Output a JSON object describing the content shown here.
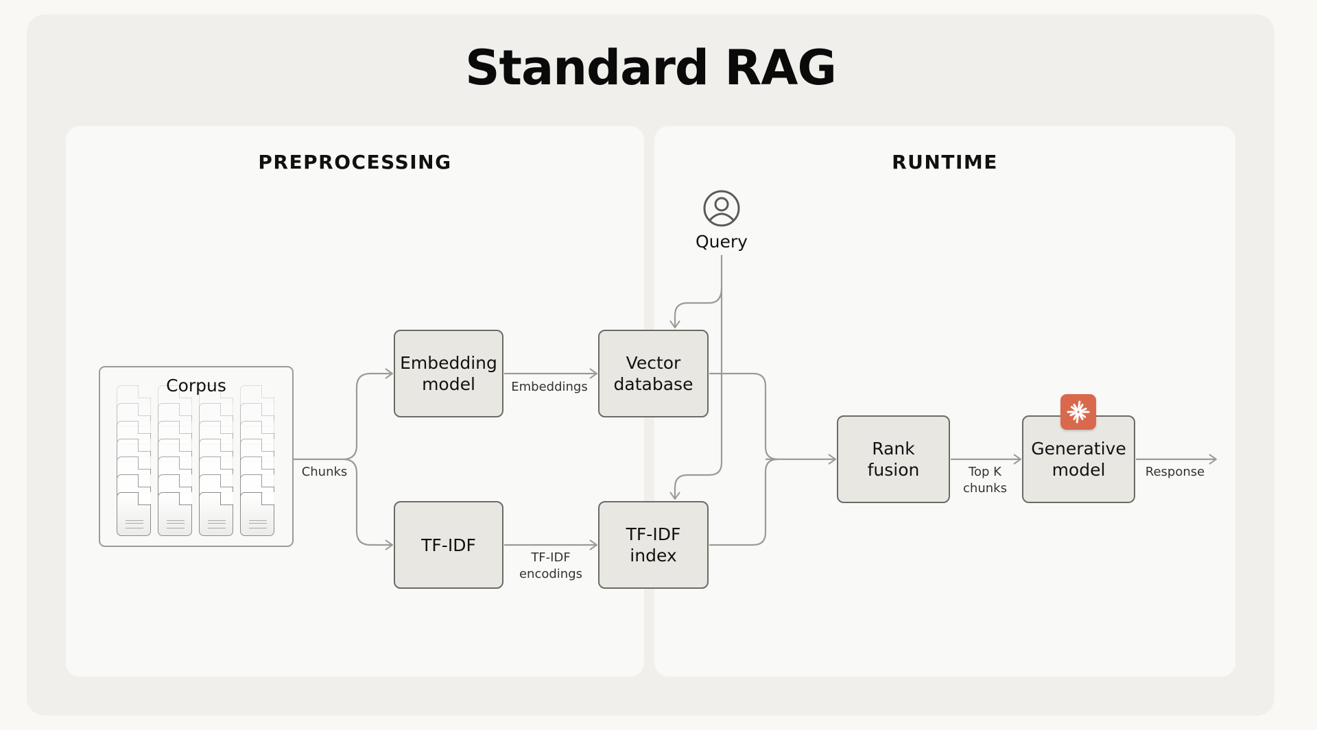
{
  "title": "Standard RAG",
  "sections": {
    "preprocessing": "PREPROCESSING",
    "runtime": "RUNTIME"
  },
  "nodes": {
    "corpus": "Corpus",
    "embedding_model": "Embedding\nmodel",
    "tfidf": "TF-IDF",
    "vector_database": "Vector\ndatabase",
    "tfidf_index": "TF-IDF\nindex",
    "query": "Query",
    "rank_fusion": "Rank\nfusion",
    "generative_model": "Generative\nmodel"
  },
  "edge_labels": {
    "chunks": "Chunks",
    "embeddings": "Embeddings",
    "tfidf_encodings": "TF-IDF\nencodings",
    "top_k_chunks": "Top K\nchunks",
    "response": "Response"
  },
  "icons": {
    "query": "user-circle-icon",
    "generative_model": "claude-spark-icon",
    "corpus": "document-stack-icon"
  },
  "colors": {
    "accent": "#d9694c",
    "node_fill": "#e8e7e2",
    "wire": "#9b9a96"
  },
  "corpus_grid": {
    "columns": 4,
    "docs_per_column": 7
  }
}
